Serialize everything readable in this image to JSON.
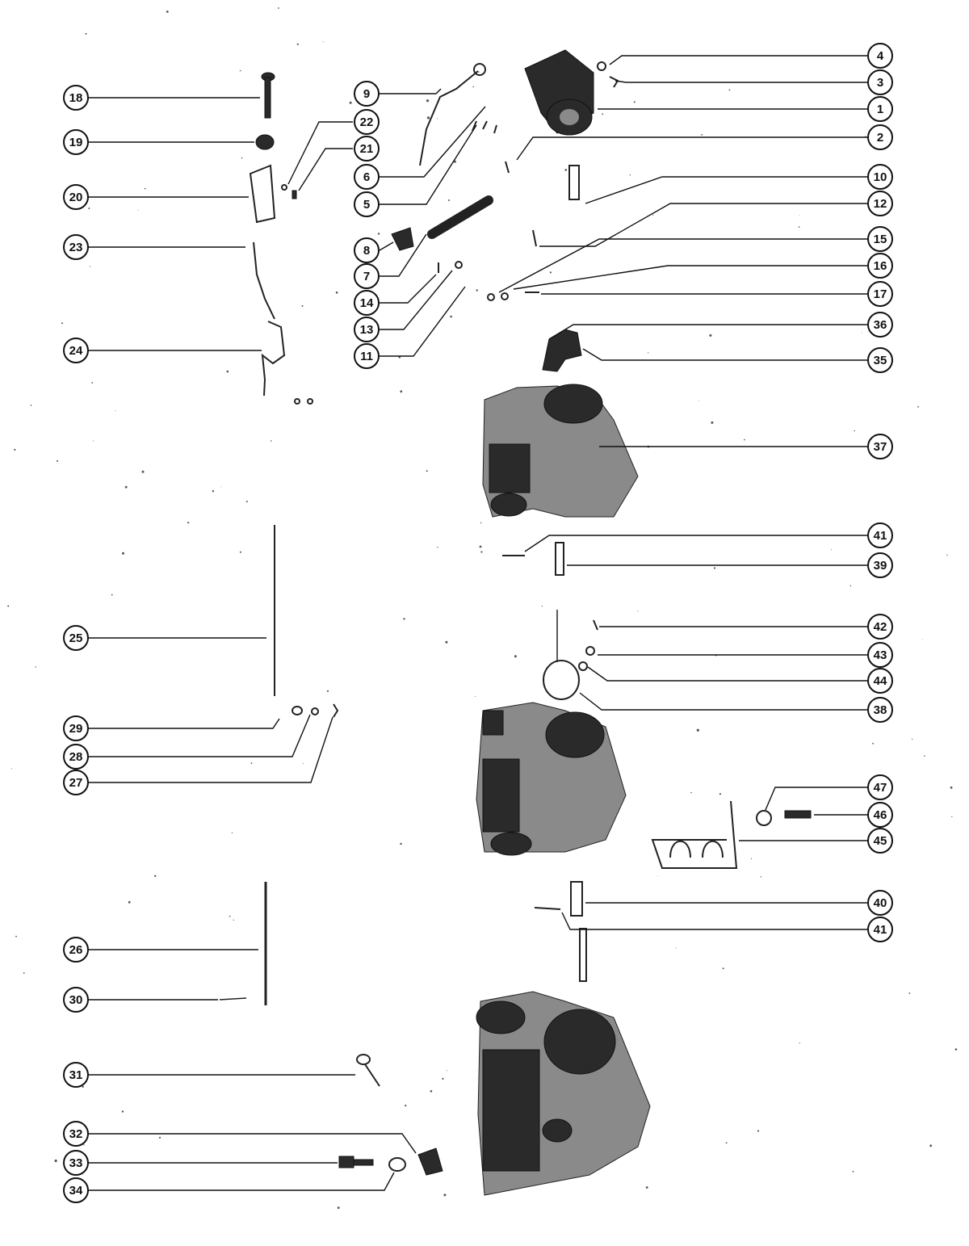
{
  "diagram": {
    "type": "exploded-parts-diagram",
    "colors": {
      "ink": "#111111",
      "paper": "#ffffff"
    },
    "callouts": [
      {
        "id": "18",
        "label": "18"
      },
      {
        "id": "19",
        "label": "19"
      },
      {
        "id": "20",
        "label": "20"
      },
      {
        "id": "23",
        "label": "23"
      },
      {
        "id": "24",
        "label": "24"
      },
      {
        "id": "25",
        "label": "25"
      },
      {
        "id": "29",
        "label": "29"
      },
      {
        "id": "28",
        "label": "28"
      },
      {
        "id": "27",
        "label": "27"
      },
      {
        "id": "26",
        "label": "26"
      },
      {
        "id": "30",
        "label": "30"
      },
      {
        "id": "31",
        "label": "31"
      },
      {
        "id": "32",
        "label": "32"
      },
      {
        "id": "33",
        "label": "33"
      },
      {
        "id": "34",
        "label": "34"
      },
      {
        "id": "9",
        "label": "9"
      },
      {
        "id": "22",
        "label": "22"
      },
      {
        "id": "21",
        "label": "21"
      },
      {
        "id": "6",
        "label": "6"
      },
      {
        "id": "5",
        "label": "5"
      },
      {
        "id": "8",
        "label": "8"
      },
      {
        "id": "7",
        "label": "7"
      },
      {
        "id": "14",
        "label": "14"
      },
      {
        "id": "13",
        "label": "13"
      },
      {
        "id": "11",
        "label": "11"
      },
      {
        "id": "4",
        "label": "4"
      },
      {
        "id": "3",
        "label": "3"
      },
      {
        "id": "1",
        "label": "1"
      },
      {
        "id": "2",
        "label": "2"
      },
      {
        "id": "10",
        "label": "10"
      },
      {
        "id": "12",
        "label": "12"
      },
      {
        "id": "15",
        "label": "15"
      },
      {
        "id": "16",
        "label": "16"
      },
      {
        "id": "17",
        "label": "17"
      },
      {
        "id": "36",
        "label": "36"
      },
      {
        "id": "35",
        "label": "35"
      },
      {
        "id": "37",
        "label": "37"
      },
      {
        "id": "41a",
        "label": "41"
      },
      {
        "id": "39",
        "label": "39"
      },
      {
        "id": "42",
        "label": "42"
      },
      {
        "id": "43",
        "label": "43"
      },
      {
        "id": "44",
        "label": "44"
      },
      {
        "id": "38",
        "label": "38"
      },
      {
        "id": "47",
        "label": "47"
      },
      {
        "id": "46",
        "label": "46"
      },
      {
        "id": "45",
        "label": "45"
      },
      {
        "id": "40",
        "label": "40"
      },
      {
        "id": "41b",
        "label": "41"
      }
    ]
  }
}
